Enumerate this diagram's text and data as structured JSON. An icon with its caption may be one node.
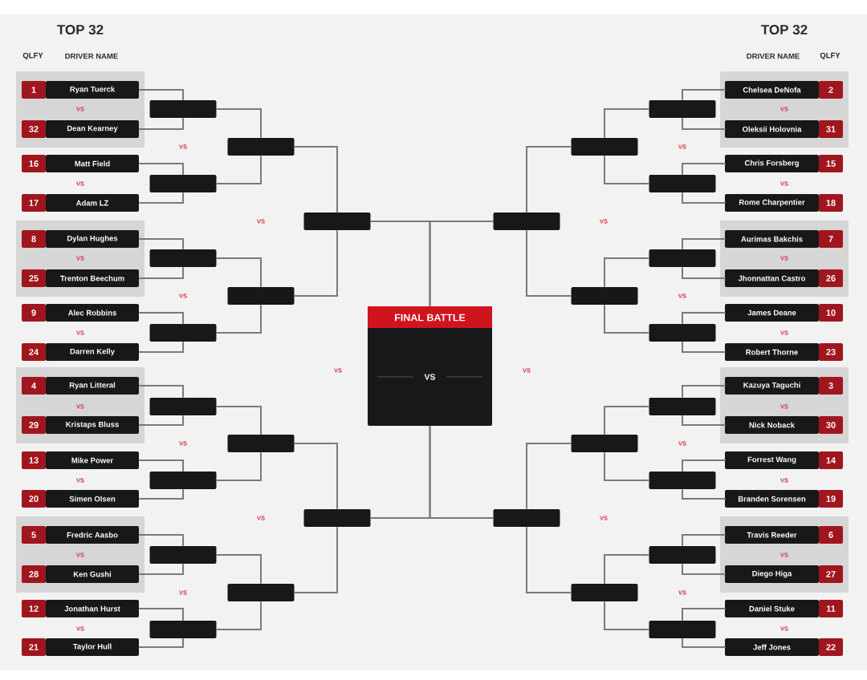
{
  "diagram": {
    "nodes": [
      {
        "text": [
          "1",
          "Ryan Tuerck"
        ]
      },
      {
        "text": [
          "32",
          "Dean Kearney"
        ]
      },
      {
        "text": [
          "16",
          "Matt Field"
        ]
      },
      {
        "text": [
          "17",
          "Adam LZ"
        ]
      },
      {
        "text": [
          "8",
          "Dylan Hughes"
        ]
      },
      {
        "text": [
          "25",
          "Trenton Beechum"
        ]
      },
      {
        "text": [
          "9",
          "Alec Robbins"
        ]
      },
      {
        "text": [
          "24",
          "Darren Kelly"
        ]
      },
      {
        "text": [
          "4",
          "Ryan Litteral"
        ]
      },
      {
        "text": [
          "29",
          "Kristaps Bluss"
        ]
      },
      {
        "text": [
          "13",
          "Mike Power"
        ]
      },
      {
        "text": [
          "20",
          "Simen Olsen"
        ]
      },
      {
        "text": [
          "5",
          "Fredric Aasbo"
        ]
      },
      {
        "text": [
          "28",
          "Ken Gushi"
        ]
      },
      {
        "text": [
          "12",
          "Jonathan Hurst"
        ]
      },
      {
        "text": [
          "21",
          "Taylor Hull"
        ]
      },
      {
        "text": [],
        "shape": "box"
      },
      {
        "text": [],
        "shape": "box"
      },
      {
        "text": [],
        "shape": "box"
      },
      {
        "text": [],
        "shape": "box"
      },
      {
        "text": [],
        "shape": "box"
      },
      {
        "text": [],
        "shape": "box"
      },
      {
        "text": [],
        "shape": "box"
      },
      {
        "text": [],
        "shape": "box"
      },
      {
        "text": [],
        "shape": "box"
      },
      {
        "text": [],
        "shape": "box"
      },
      {
        "text": [],
        "shape": "box"
      },
      {
        "text": [],
        "shape": "box"
      },
      {
        "text": [],
        "shape": "box"
      },
      {
        "text": [],
        "shape": "box"
      },
      {
        "text": [
          "FINAL BATTLE",
          "VS"
        ]
      },
      {
        "text": [],
        "shape": "box"
      },
      {
        "text": [],
        "shape": "box"
      },
      {
        "text": [],
        "shape": "box"
      },
      {
        "text": [],
        "shape": "box"
      },
      {
        "text": [],
        "shape": "box"
      },
      {
        "text": [],
        "shape": "box"
      },
      {
        "text": [],
        "shape": "box"
      },
      {
        "text": [],
        "shape": "box"
      },
      {
        "text": [],
        "shape": "box"
      },
      {
        "text": [],
        "shape": "box"
      },
      {
        "text": [],
        "shape": "box"
      },
      {
        "text": [],
        "shape": "box"
      },
      {
        "text": [],
        "shape": "box"
      },
      {
        "text": [],
        "shape": "box"
      },
      {
        "text": [
          "Chelsea DeNofa",
          "2"
        ]
      },
      {
        "text": [
          "Oleksii Holovnia",
          "31"
        ]
      },
      {
        "text": [
          "Chris Forsberg",
          "15"
        ]
      },
      {
        "text": [
          "Rome Charpentier",
          "18"
        ]
      },
      {
        "text": [
          "Aurimas Bakchis",
          "7"
        ]
      },
      {
        "text": [
          "Jhonnattan Castro",
          "26"
        ]
      },
      {
        "text": [
          "James Deane",
          "10"
        ]
      },
      {
        "text": [
          "Robert Thorne",
          "23"
        ]
      },
      {
        "text": [
          "Kazuya Taguchi",
          "3"
        ]
      },
      {
        "text": [
          "Nick Noback",
          "30"
        ]
      },
      {
        "text": [
          "Forrest Wang",
          "14"
        ]
      },
      {
        "text": [
          "Branden Sorensen",
          "19"
        ]
      },
      {
        "text": [
          "Travis Reeder",
          "6"
        ]
      },
      {
        "text": [
          "Diego Higa",
          "27"
        ]
      },
      {
        "text": [
          "Daniel Stuke",
          "11"
        ]
      },
      {
        "text": [
          "Jeff Jones",
          "22"
        ]
      }
    ],
    "edges": [
      {
        "from": 0,
        "to": 16,
        "arrow": "none"
      },
      {
        "from": 1,
        "to": 16,
        "arrow": "none"
      },
      {
        "from": 2,
        "to": 17,
        "arrow": "none"
      },
      {
        "from": 3,
        "to": 17,
        "arrow": "none"
      },
      {
        "from": 4,
        "to": 18,
        "arrow": "none"
      },
      {
        "from": 5,
        "to": 18,
        "arrow": "none"
      },
      {
        "from": 6,
        "to": 19,
        "arrow": "none"
      },
      {
        "from": 7,
        "to": 19,
        "arrow": "none"
      },
      {
        "from": 8,
        "to": 20,
        "arrow": "none"
      },
      {
        "from": 9,
        "to": 20,
        "arrow": "none"
      },
      {
        "from": 10,
        "to": 21,
        "arrow": "none"
      },
      {
        "from": 11,
        "to": 21,
        "arrow": "none"
      },
      {
        "from": 12,
        "to": 22,
        "arrow": "none"
      },
      {
        "from": 13,
        "to": 22,
        "arrow": "none"
      },
      {
        "from": 14,
        "to": 23,
        "arrow": "none"
      },
      {
        "from": 15,
        "to": 23,
        "arrow": "none"
      },
      {
        "from": 16,
        "to": 24,
        "arrow": "none"
      },
      {
        "from": 17,
        "to": 24,
        "arrow": "none"
      },
      {
        "from": 18,
        "to": 25,
        "arrow": "none"
      },
      {
        "from": 19,
        "to": 25,
        "arrow": "none"
      },
      {
        "from": 20,
        "to": 26,
        "arrow": "none"
      },
      {
        "from": 21,
        "to": 26,
        "arrow": "none"
      },
      {
        "from": 22,
        "to": 27,
        "arrow": "none"
      },
      {
        "from": 23,
        "to": 27,
        "arrow": "none"
      },
      {
        "from": 24,
        "to": 28,
        "arrow": "none"
      },
      {
        "from": 25,
        "to": 28,
        "arrow": "none"
      },
      {
        "from": 26,
        "to": 29,
        "arrow": "none"
      },
      {
        "from": 27,
        "to": 29,
        "arrow": "none"
      },
      {
        "from": 28,
        "to": 30,
        "arrow": "none"
      },
      {
        "from": 29,
        "to": 30,
        "arrow": "none"
      },
      {
        "from": 31,
        "to": 30,
        "arrow": "none"
      },
      {
        "from": 32,
        "to": 30,
        "arrow": "none"
      },
      {
        "from": 33,
        "to": 31,
        "arrow": "none"
      },
      {
        "from": 34,
        "to": 31,
        "arrow": "none"
      },
      {
        "from": 35,
        "to": 32,
        "arrow": "none"
      },
      {
        "from": 36,
        "to": 32,
        "arrow": "none"
      },
      {
        "from": 37,
        "to": 33,
        "arrow": "none"
      },
      {
        "from": 38,
        "to": 33,
        "arrow": "none"
      },
      {
        "from": 39,
        "to": 34,
        "arrow": "none"
      },
      {
        "from": 40,
        "to": 34,
        "arrow": "none"
      },
      {
        "from": 41,
        "to": 35,
        "arrow": "none"
      },
      {
        "from": 42,
        "to": 35,
        "arrow": "none"
      },
      {
        "from": 43,
        "to": 36,
        "arrow": "none"
      },
      {
        "from": 44,
        "to": 36,
        "arrow": "none"
      },
      {
        "from": 45,
        "to": 37,
        "arrow": "none"
      },
      {
        "from": 46,
        "to": 37,
        "arrow": "none"
      },
      {
        "from": 47,
        "to": 38,
        "arrow": "none"
      },
      {
        "from": 48,
        "to": 38,
        "arrow": "none"
      },
      {
        "from": 49,
        "to": 39,
        "arrow": "none"
      },
      {
        "from": 50,
        "to": 39,
        "arrow": "none"
      },
      {
        "from": 51,
        "to": 40,
        "arrow": "none"
      },
      {
        "from": 52,
        "to": 40,
        "arrow": "none"
      },
      {
        "from": 53,
        "to": 41,
        "arrow": "none"
      },
      {
        "from": 54,
        "to": 41,
        "arrow": "none"
      },
      {
        "from": 55,
        "to": 42,
        "arrow": "none"
      },
      {
        "from": 56,
        "to": 42,
        "arrow": "none"
      },
      {
        "from": 57,
        "to": 43,
        "arrow": "none"
      },
      {
        "from": 58,
        "to": 43,
        "arrow": "none"
      },
      {
        "from": 59,
        "to": 44,
        "arrow": "none"
      },
      {
        "from": 60,
        "to": 44,
        "arrow": "none"
      }
    ],
    "labels": [
      "TOP 32",
      "TOP 32",
      "QLFY",
      "DRIVER NAME",
      "DRIVER NAME",
      "QLFY",
      "VS",
      "VS",
      "VS",
      "VS",
      "VS",
      "VS",
      "VS",
      "VS",
      "VS",
      "VS",
      "VS",
      "VS",
      "VS",
      "VS",
      "VS",
      "VS",
      "VS",
      "VS",
      "VS",
      "VS",
      "VS",
      "VS",
      "VS",
      "VS",
      "VS",
      "VS",
      "VS",
      "VS",
      "VS",
      "VS"
    ]
  }
}
